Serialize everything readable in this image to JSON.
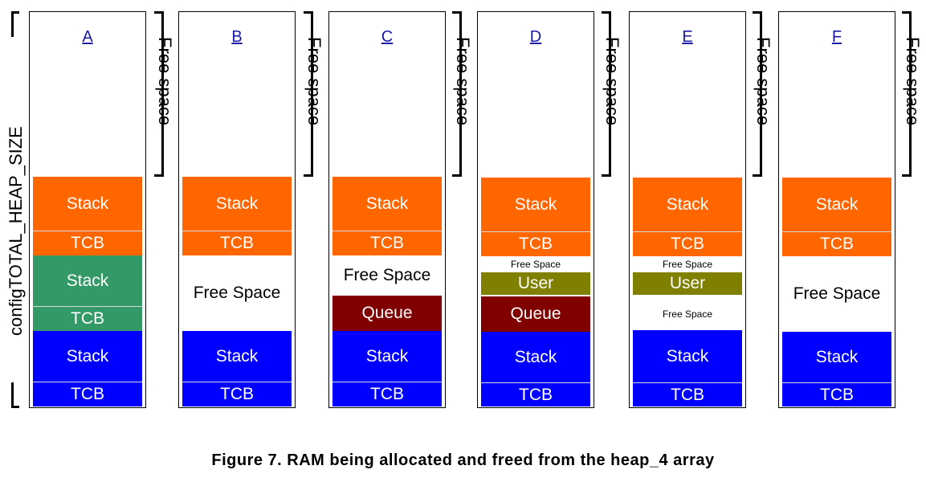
{
  "heap_size_label": "configTOTAL_HEAP_SIZE",
  "free_space_label": "Free space",
  "columns": [
    {
      "label": "A",
      "blocks": [
        {
          "text": "Stack",
          "kind": "orange"
        },
        {
          "text": "TCB",
          "kind": "orange"
        },
        {
          "text": "Stack",
          "kind": "green"
        },
        {
          "text": "TCB",
          "kind": "green"
        },
        {
          "text": "Stack",
          "kind": "blue"
        },
        {
          "text": "TCB",
          "kind": "blue"
        }
      ]
    },
    {
      "label": "B",
      "blocks": [
        {
          "text": "Stack",
          "kind": "orange"
        },
        {
          "text": "TCB",
          "kind": "orange"
        },
        {
          "text": "Free Space",
          "kind": "free"
        },
        {
          "text": "Stack",
          "kind": "blue"
        },
        {
          "text": "TCB",
          "kind": "blue"
        }
      ]
    },
    {
      "label": "C",
      "blocks": [
        {
          "text": "Stack",
          "kind": "orange"
        },
        {
          "text": "TCB",
          "kind": "orange"
        },
        {
          "text": "Free Space",
          "kind": "free"
        },
        {
          "text": "Queue",
          "kind": "maroon"
        },
        {
          "text": "Stack",
          "kind": "blue"
        },
        {
          "text": "TCB",
          "kind": "blue"
        }
      ]
    },
    {
      "label": "D",
      "blocks": [
        {
          "text": "Stack",
          "kind": "orange"
        },
        {
          "text": "TCB",
          "kind": "orange"
        },
        {
          "text": "Free Space",
          "kind": "free-small"
        },
        {
          "text": "User",
          "kind": "olive"
        },
        {
          "text": "Queue",
          "kind": "maroon"
        },
        {
          "text": "Stack",
          "kind": "blue"
        },
        {
          "text": "TCB",
          "kind": "blue"
        }
      ]
    },
    {
      "label": "E",
      "blocks": [
        {
          "text": "Stack",
          "kind": "orange"
        },
        {
          "text": "TCB",
          "kind": "orange"
        },
        {
          "text": "Free Space",
          "kind": "free-small"
        },
        {
          "text": "User",
          "kind": "olive"
        },
        {
          "text": "Free Space",
          "kind": "free-small"
        },
        {
          "text": "Stack",
          "kind": "blue"
        },
        {
          "text": "TCB",
          "kind": "blue"
        }
      ]
    },
    {
      "label": "F",
      "blocks": [
        {
          "text": "Stack",
          "kind": "orange"
        },
        {
          "text": "TCB",
          "kind": "orange"
        },
        {
          "text": "Free Space",
          "kind": "free"
        },
        {
          "text": "Stack",
          "kind": "blue"
        },
        {
          "text": "TCB",
          "kind": "blue"
        }
      ]
    }
  ],
  "caption": "Figure 7.  RAM being allocated and freed from the heap_4 array",
  "colors": {
    "orange": "#ff6600",
    "green": "#339966",
    "blue": "#0000ff",
    "maroon": "#800000",
    "olive": "#808000"
  }
}
